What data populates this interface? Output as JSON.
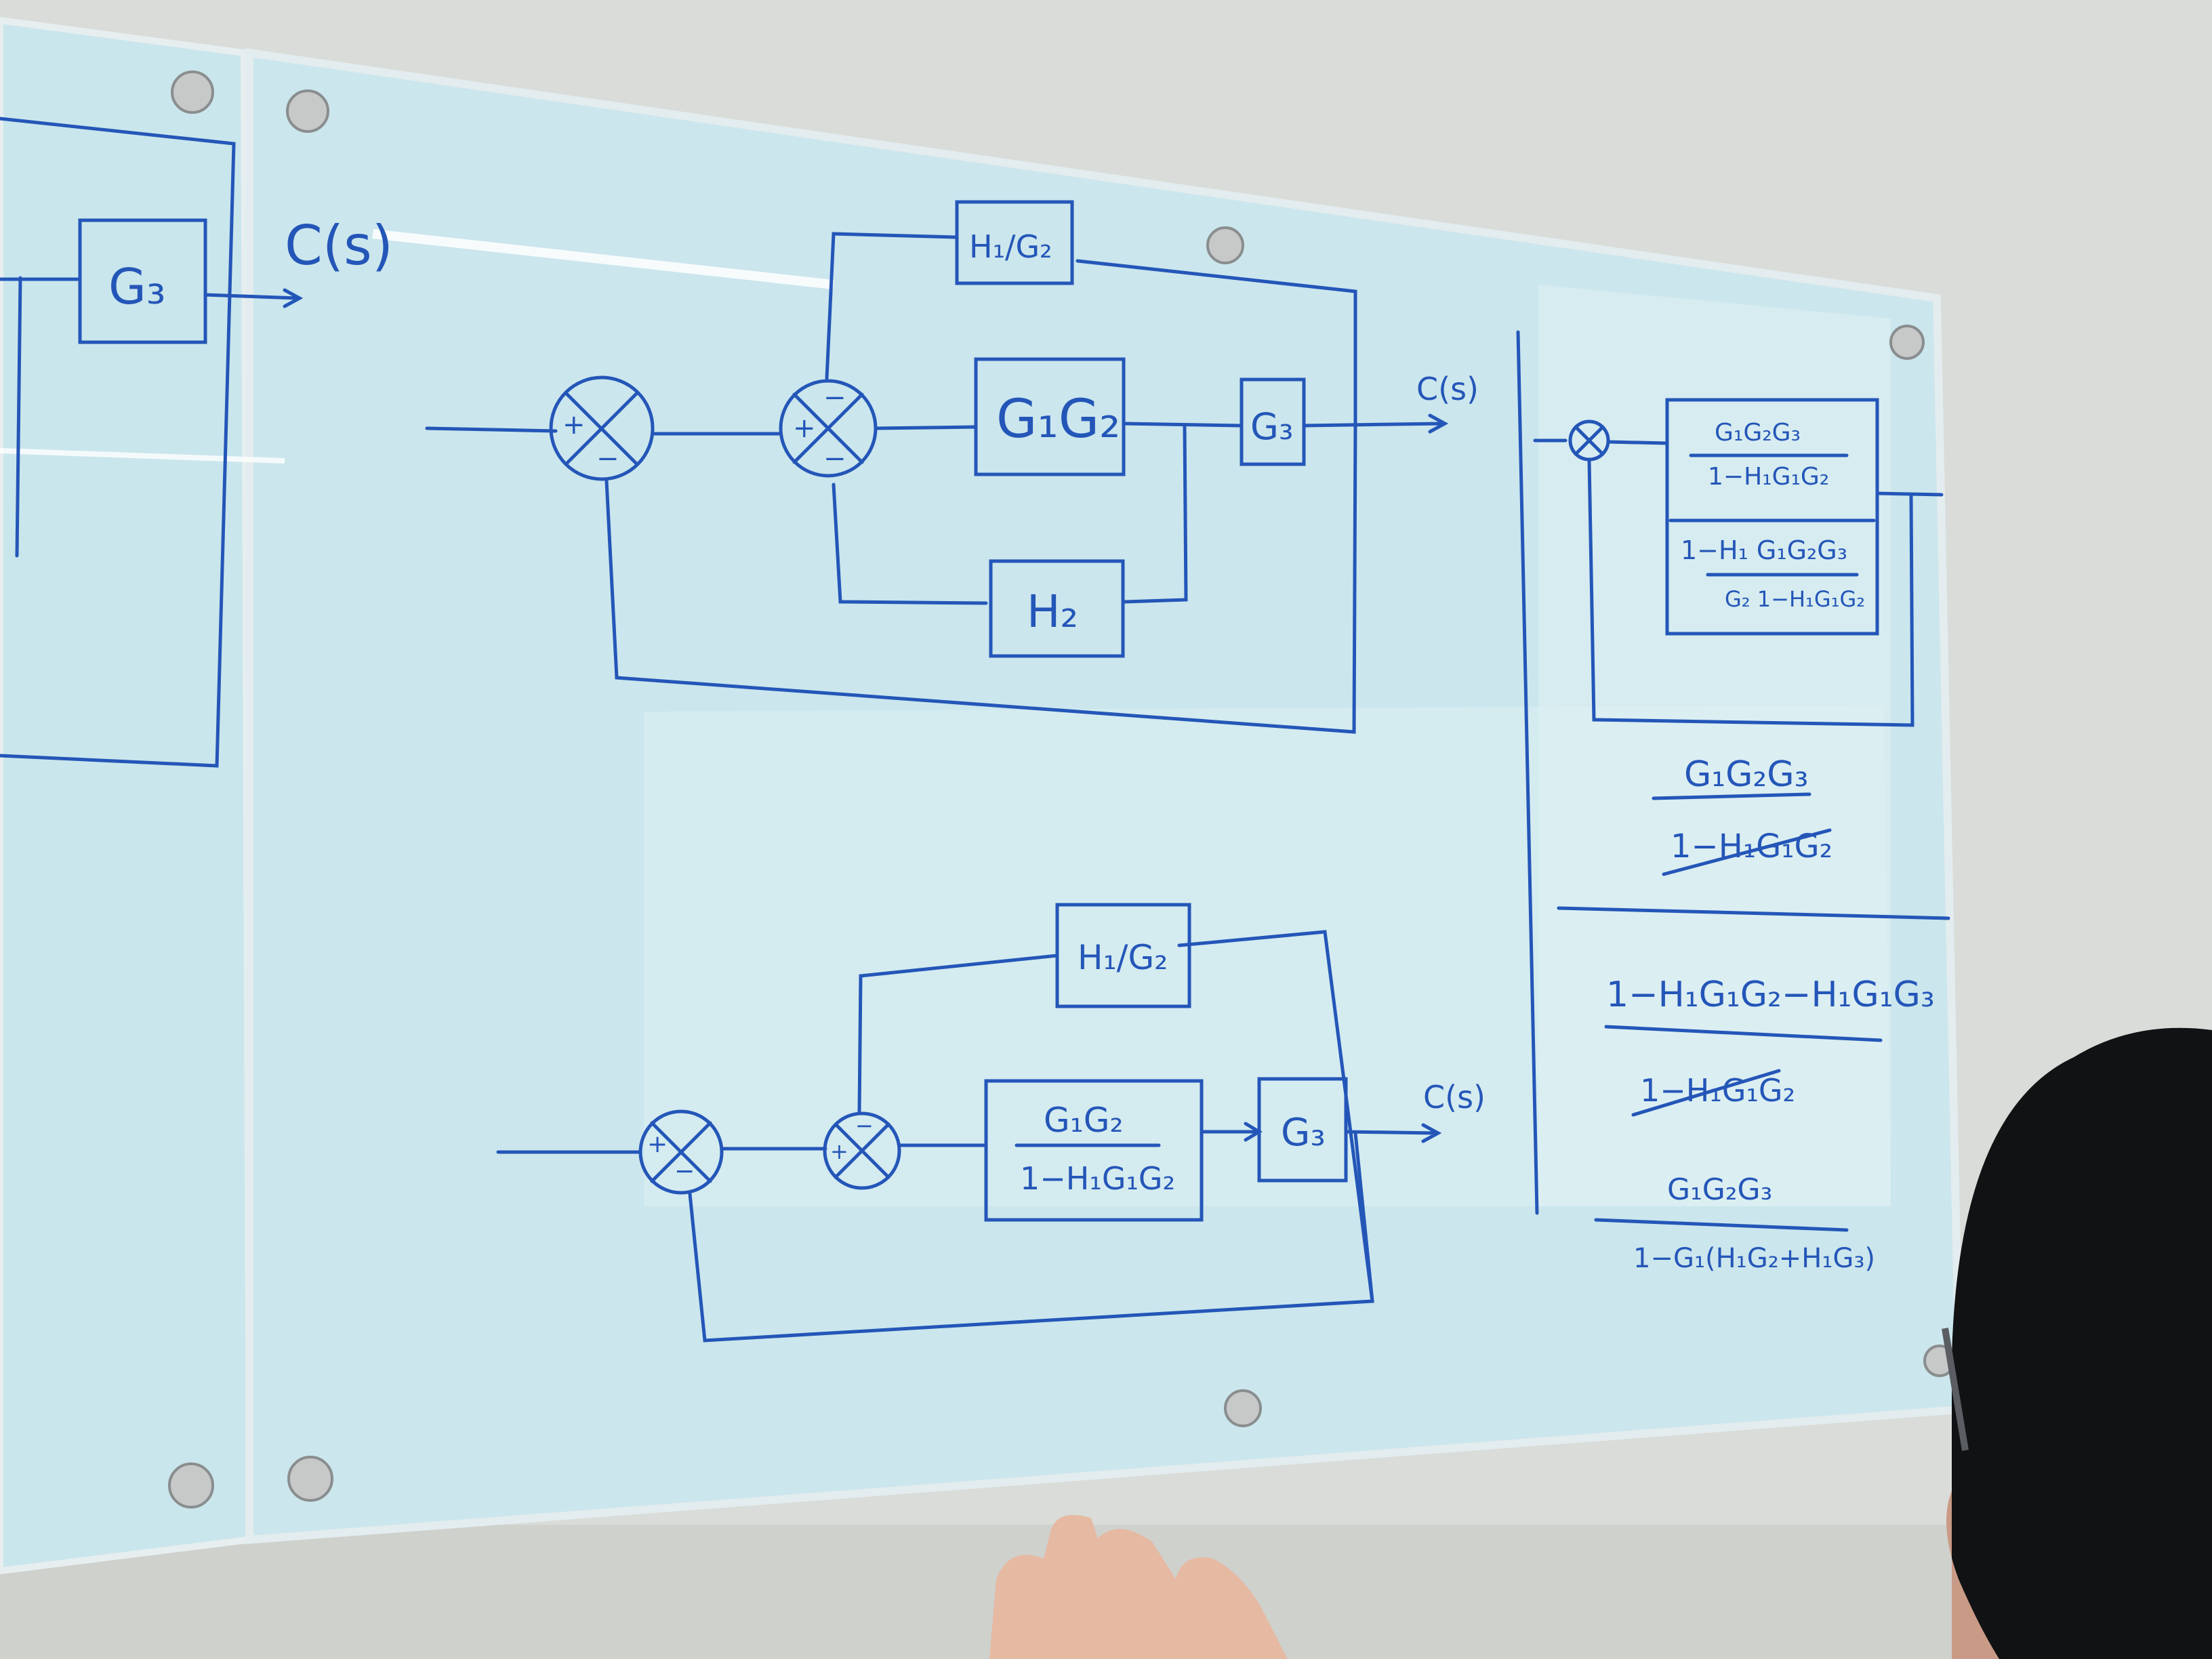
{
  "colors": {
    "wall": "#d9dcd8",
    "glass": "#c9e6ec",
    "glass_edge": "#e3ecee",
    "ink": "#2456b8",
    "hair": "#101214",
    "skin": "#e6b9a3"
  },
  "left_panel": {
    "block": "G₃",
    "output": "C(s)"
  },
  "diagram_top": {
    "block_feedforward": "H₁/G₂",
    "block_forward": "G₁G₂",
    "block_g3": "G₃",
    "block_feedback": "H₂",
    "output": "C(s)",
    "sum1_signs": [
      "+",
      "−"
    ],
    "sum2_signs": [
      "−",
      "+",
      "−"
    ]
  },
  "diagram_bottom": {
    "block_feedforward": "H₁/G₂",
    "block_forward_num": "G₁G₂",
    "block_forward_den": "1−H₁G₁G₂",
    "block_g3": "G₃",
    "output": "C(s)",
    "sum1_signs": [
      "+",
      "−"
    ],
    "sum2_signs": [
      "+",
      "−"
    ]
  },
  "right_derivation": {
    "box_num": "G₁G₂G₃",
    "box_den": "1−H₁G₁G₂",
    "box_lower": "1−H₁ G₁G₂G₃",
    "box_lower_den": "G₂ 1−H₁G₁G₂",
    "step1_num": "G₁G₂G₃",
    "step1_den": "1−H₁G₁G₂",
    "step2_num": "1−H₁G₁G₂−H₁G₁G₃",
    "step2_den": "1−H₁G₁G₂",
    "final_num": "G₁G₂G₃",
    "final_den": "1−G₁(H₁G₂+H₁G₃)"
  }
}
